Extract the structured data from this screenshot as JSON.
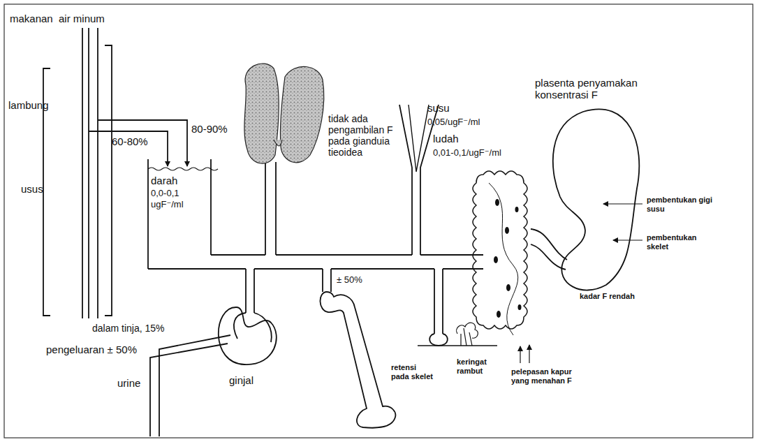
{
  "diagram": {
    "nodes": [
      {
        "text": [
          "darah",
          "0,0-0,1 ugF⁻/ml"
        ]
      }
    ],
    "labels": [
      "makanan",
      "air minum",
      "lambung",
      "usus",
      "60-80%",
      "80-90%",
      "tidak ada pengambilan F pada gianduia tieoidea",
      "susu",
      "0,05/ugF⁻/ml",
      "ludah",
      "0,01-0,1/ugF⁻/ml",
      "plasenta penyamakan konsentrasi F",
      "pembentukan gigi susu",
      "pembentukan skelet",
      "kadar F rendah",
      "dalam tinja, 15%",
      "pengeluaran ± 50%",
      "urine",
      "ginjal",
      "± 50%",
      "retensi pada skelet",
      "keringat rambut",
      "pelepasan kapur yang menahan F"
    ]
  }
}
